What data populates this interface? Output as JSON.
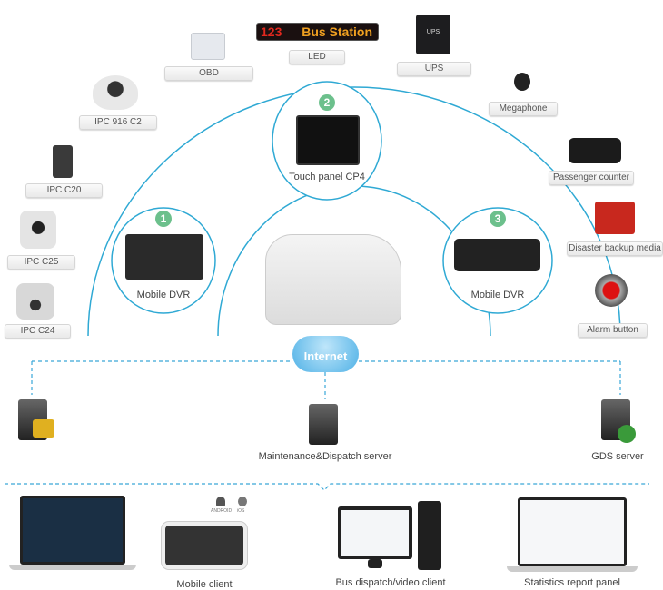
{
  "peripherals": [
    {
      "label": "OBD",
      "icon": "obd-box-icon"
    },
    {
      "label": "LED",
      "icon": "led-sign-icon"
    },
    {
      "label": "UPS",
      "icon": "ups-box-icon"
    },
    {
      "label": "IPC 916 C2",
      "icon": "dome-camera-icon"
    },
    {
      "label": "IPC C20",
      "icon": "body-camera-icon"
    },
    {
      "label": "IPC C25",
      "icon": "camera-icon"
    },
    {
      "label": "IPC C24",
      "icon": "camera-icon"
    },
    {
      "label": "Megaphone",
      "icon": "megaphone-icon"
    },
    {
      "label": "Passenger counter",
      "icon": "counter-icon"
    },
    {
      "label": "Disaster backup media",
      "icon": "backup-box-icon"
    },
    {
      "label": "Alarm button",
      "icon": "alarm-button-icon"
    }
  ],
  "led_sign": {
    "number": "123",
    "text": "Bus Station"
  },
  "ups_text": "UPS",
  "core": [
    {
      "num": "1",
      "label": "Mobile DVR"
    },
    {
      "num": "2",
      "label": "Touch panel CP4"
    },
    {
      "num": "3",
      "label": "Mobile DVR"
    }
  ],
  "internet": "Internet",
  "servers": [
    {
      "label": ""
    },
    {
      "label": "Maintenance&Dispatch server"
    },
    {
      "label": "GDS server"
    }
  ],
  "mobile_os": [
    "ANDROID",
    "iOS"
  ],
  "clients": [
    {
      "label": "Mobile client"
    },
    {
      "label": "Bus dispatch/video client"
    },
    {
      "label": "Statistics report panel"
    }
  ],
  "colors": {
    "arc": "#2fa9d4",
    "badge": "#6cc08c",
    "dash": "#3aa7d8"
  }
}
